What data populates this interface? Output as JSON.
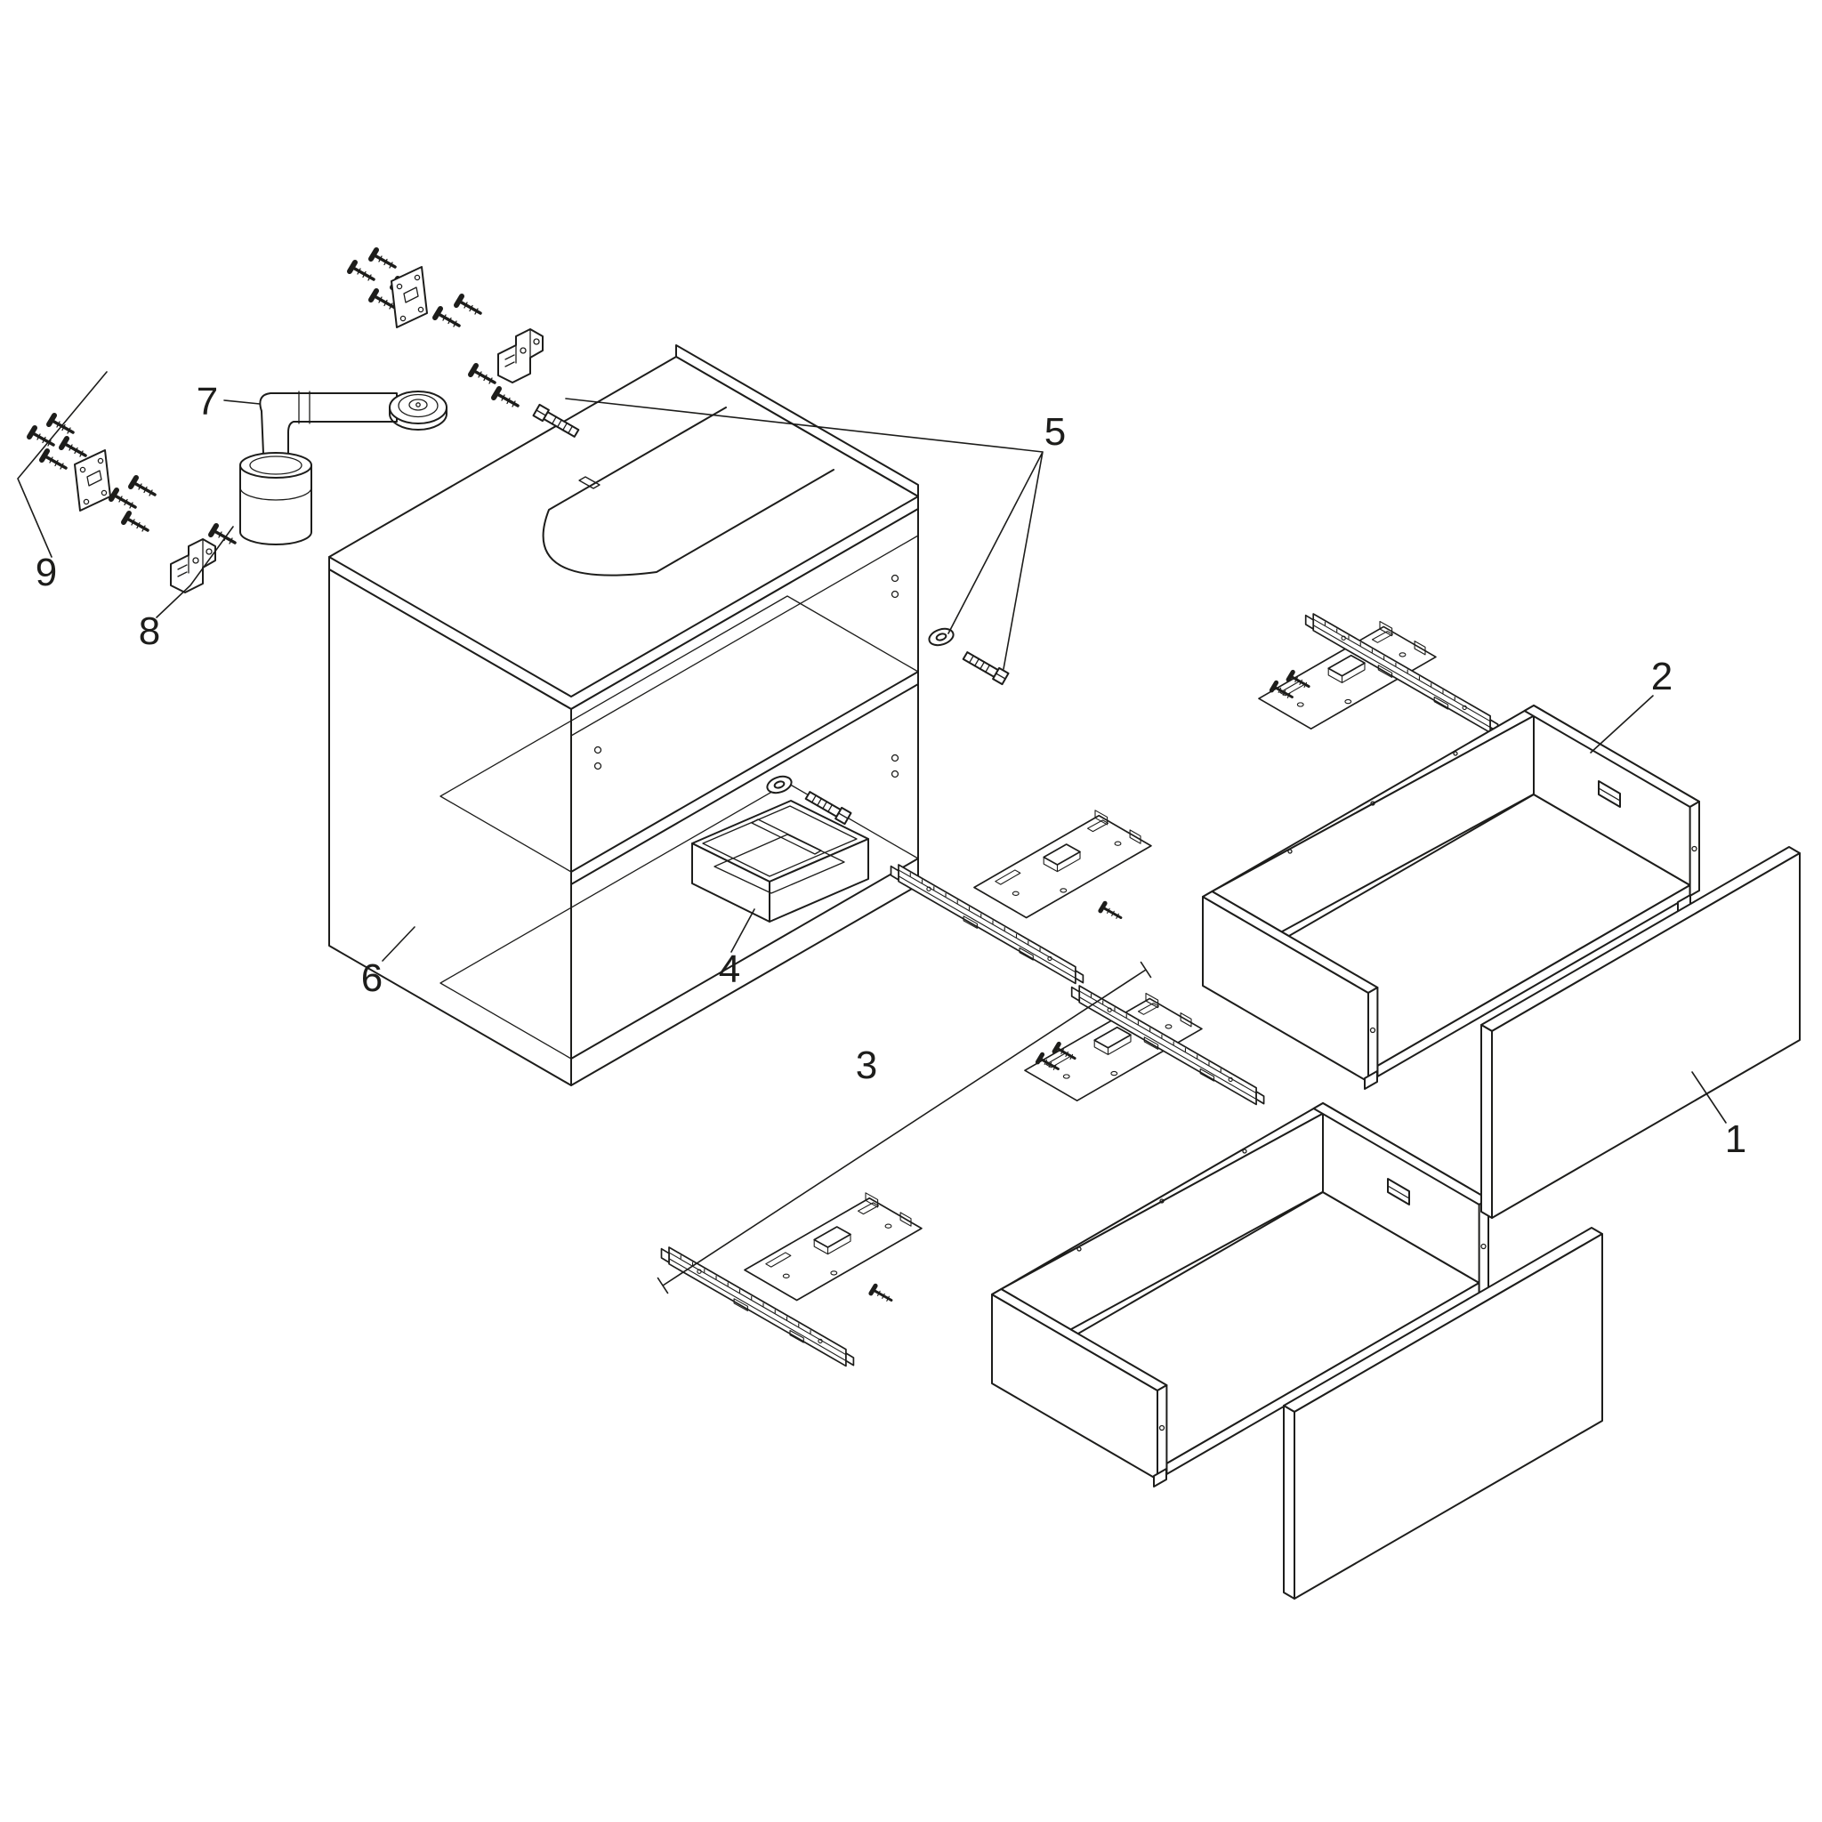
{
  "diagram": {
    "type": "exploded-assembly-drawing",
    "subject": "vanity-cabinet-with-drawers",
    "background": "#ffffff",
    "line_color": "#1d1d1b",
    "labels": {
      "l1": "1",
      "l2": "2",
      "l3": "3",
      "l4": "4",
      "l5": "5",
      "l6": "6",
      "l7": "7",
      "l8": "8",
      "l9": "9"
    }
  }
}
